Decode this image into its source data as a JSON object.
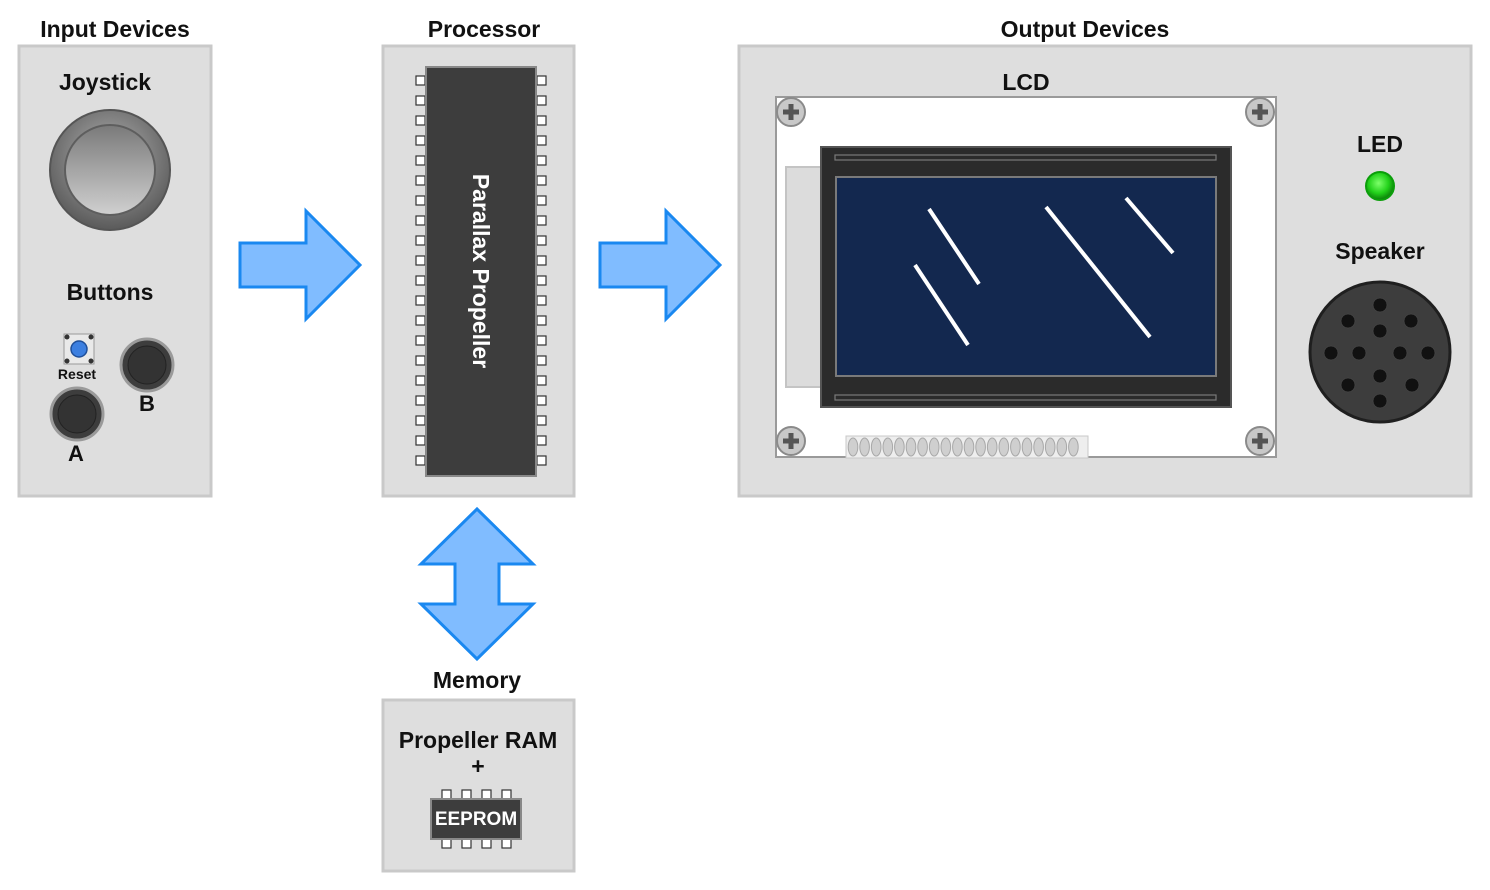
{
  "sections": {
    "input": {
      "title": "Input Devices",
      "joystick_label": "Joystick",
      "buttons_label": "Buttons",
      "reset_label": "Reset",
      "button_a_label": "A",
      "button_b_label": "B"
    },
    "processor": {
      "title": "Processor",
      "chip_label": "Parallax Propeller"
    },
    "memory": {
      "title": "Memory",
      "ram_label": "Propeller RAM",
      "plus_label": "+",
      "eeprom_label": "EEPROM"
    },
    "output": {
      "title": "Output Devices",
      "lcd_label": "LCD",
      "led_label": "LED",
      "speaker_label": "Speaker"
    }
  },
  "colors": {
    "panel_fill": "#dedede",
    "panel_stroke": "#c9c9c9",
    "arrow_fill": "#80bcff",
    "arrow_stroke": "#1a88f0",
    "chip_fill": "#3d3d3d",
    "lcd_screen": "#13284f",
    "lcd_bezel": "#2b2b2b",
    "led_green": "#22d11a",
    "reset_blue": "#3c7fe0",
    "text": "#111111"
  },
  "icons": {
    "arrows": [
      "right-arrow-icon",
      "right-arrow-icon",
      "up-down-arrow-icon"
    ],
    "screws": [
      "screw-icon"
    ]
  }
}
